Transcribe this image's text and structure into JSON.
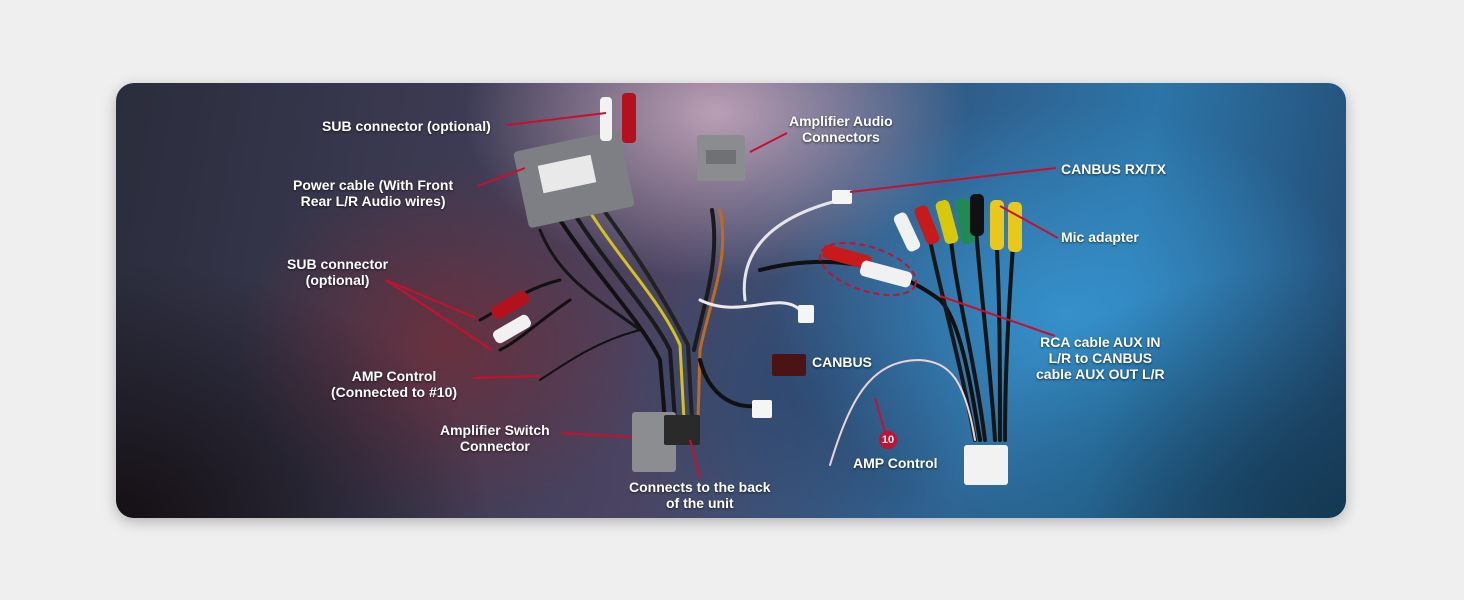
{
  "labels": {
    "sub_connector_top": "SUB connector (optional)",
    "power_cable": "Power cable (With Front\nRear L/R Audio wires)",
    "sub_connector_left": "SUB connector\n(optional)",
    "amp_control_left": "AMP Control\n(Connected to #10)",
    "amplifier_switch": "Amplifier Switch\nConnector",
    "connects_back": "Connects to the back\nof the unit",
    "amplifier_audio": "Amplifier Audio\nConnectors",
    "canbus_rxtx": "CANBUS RX/TX",
    "mic_adapter": "Mic adapter",
    "rca_cable": "RCA cable AUX IN\nL/R to CANBUS\ncable AUX OUT L/R",
    "canbus": "CANBUS",
    "amp_control_right": "AMP Control",
    "badge_number": "10"
  },
  "colors": {
    "callout_line": "#c8102e",
    "background": "#efefef"
  }
}
